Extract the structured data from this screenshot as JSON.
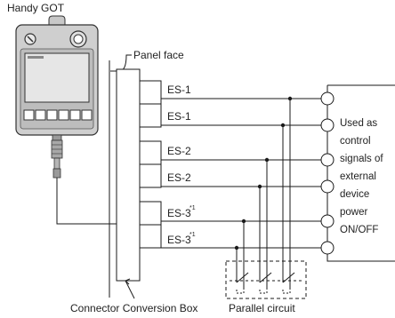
{
  "labels": {
    "handy_got": "Handy GOT",
    "panel_face": "Panel face",
    "connector_box": "Connector Conversion Box",
    "parallel_circuit": "Parallel circuit",
    "used_as_lines": [
      "Used as",
      "control",
      "signals of",
      "external",
      "device",
      "power",
      "ON/OFF"
    ]
  },
  "signals": [
    {
      "name": "ES-1",
      "sup": ""
    },
    {
      "name": "ES-1",
      "sup": ""
    },
    {
      "name": "ES-2",
      "sup": ""
    },
    {
      "name": "ES-2",
      "sup": ""
    },
    {
      "name": "ES-3",
      "sup": "*1"
    },
    {
      "name": "ES-3",
      "sup": "*1"
    }
  ]
}
